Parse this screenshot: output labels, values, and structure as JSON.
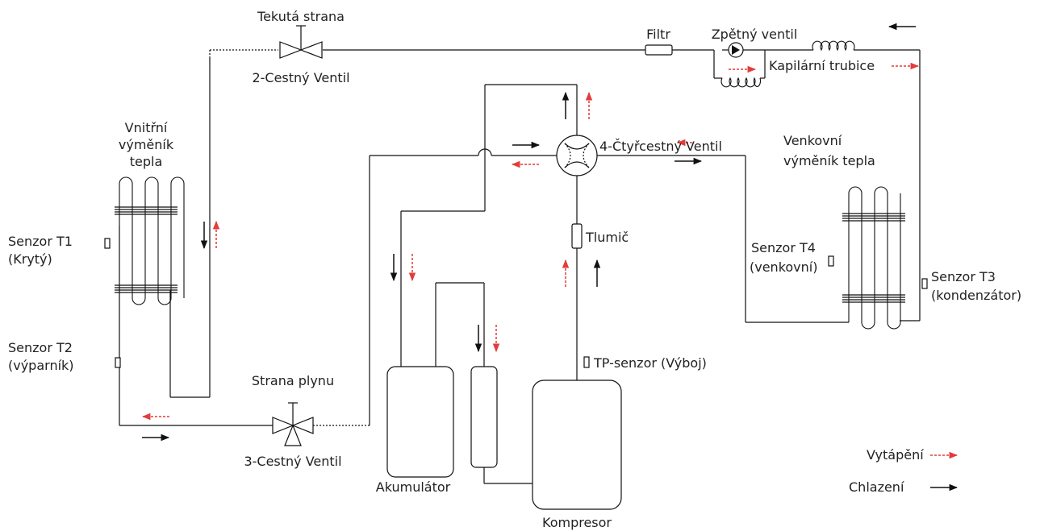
{
  "colors": {
    "heating": "#e43b3b",
    "cooling": "#111111",
    "line": "#111111"
  },
  "labels": {
    "liquid_side": "Tekutá strana",
    "two_way_valve": "2-Cestný Ventil",
    "filter": "Filtr",
    "check_valve": "Zpětný ventil",
    "capillary": "Kapilární trubice",
    "indoor_hx_1": "Vnitřní",
    "indoor_hx_2": "výměník",
    "indoor_hx_3": "tepla",
    "four_way_valve": "4-Čtyřcestný Ventil",
    "outdoor_hx_1": "Venkovní",
    "outdoor_hx_2": "výměník tepla",
    "sensor_t1_1": "Senzor T1",
    "sensor_t1_2": "(Krytý)",
    "sensor_t2_1": "Senzor T2",
    "sensor_t2_2": "(výparník)",
    "muffler": "Tlumič",
    "sensor_t4_1": "Senzor T4",
    "sensor_t4_2": "(venkovní)",
    "sensor_t3_1": "Senzor T3",
    "sensor_t3_2": "(kondenzátor)",
    "tp_sensor": "TP-senzor (Výboj)",
    "gas_side": "Strana plynu",
    "three_way_valve": "3-Cestný Ventil",
    "accumulator": "Akumulátor",
    "compressor": "Kompresor"
  },
  "legend": {
    "heating": "Vytápění",
    "cooling": "Chlazení"
  }
}
